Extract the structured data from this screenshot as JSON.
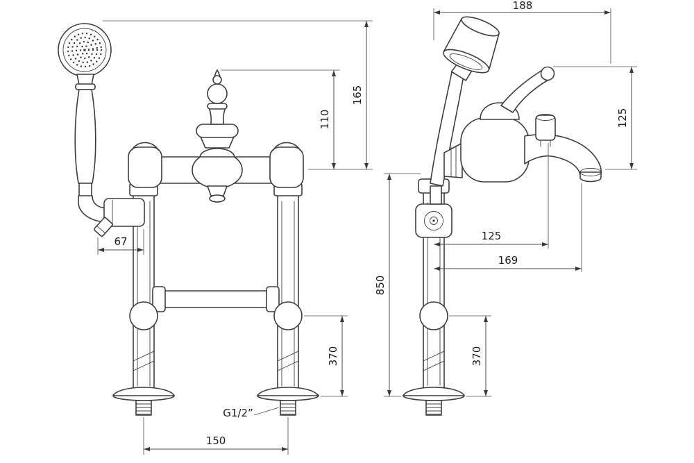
{
  "colors": {
    "background": "#ffffff",
    "line": "#3d3d3d",
    "dimension": "#4a4a4a",
    "text": "#1d1d1d"
  },
  "front_view": {
    "dims": {
      "hose_to_leg_center": "67",
      "handle_top_to_spout_center": "110",
      "showerhead_top_to_spout_center": "165",
      "crossbar_to_floor": "370",
      "leg_spacing": "150",
      "thread_label": "G1/2”"
    }
  },
  "side_view": {
    "dims": {
      "overall_width": "188",
      "lever_to_spout_outlet": "125",
      "spout_outlet_to_floor": "850",
      "pipe_center_to_diverter": "125",
      "pipe_center_to_outlet": "169",
      "ball_joint_to_floor": "370"
    }
  }
}
